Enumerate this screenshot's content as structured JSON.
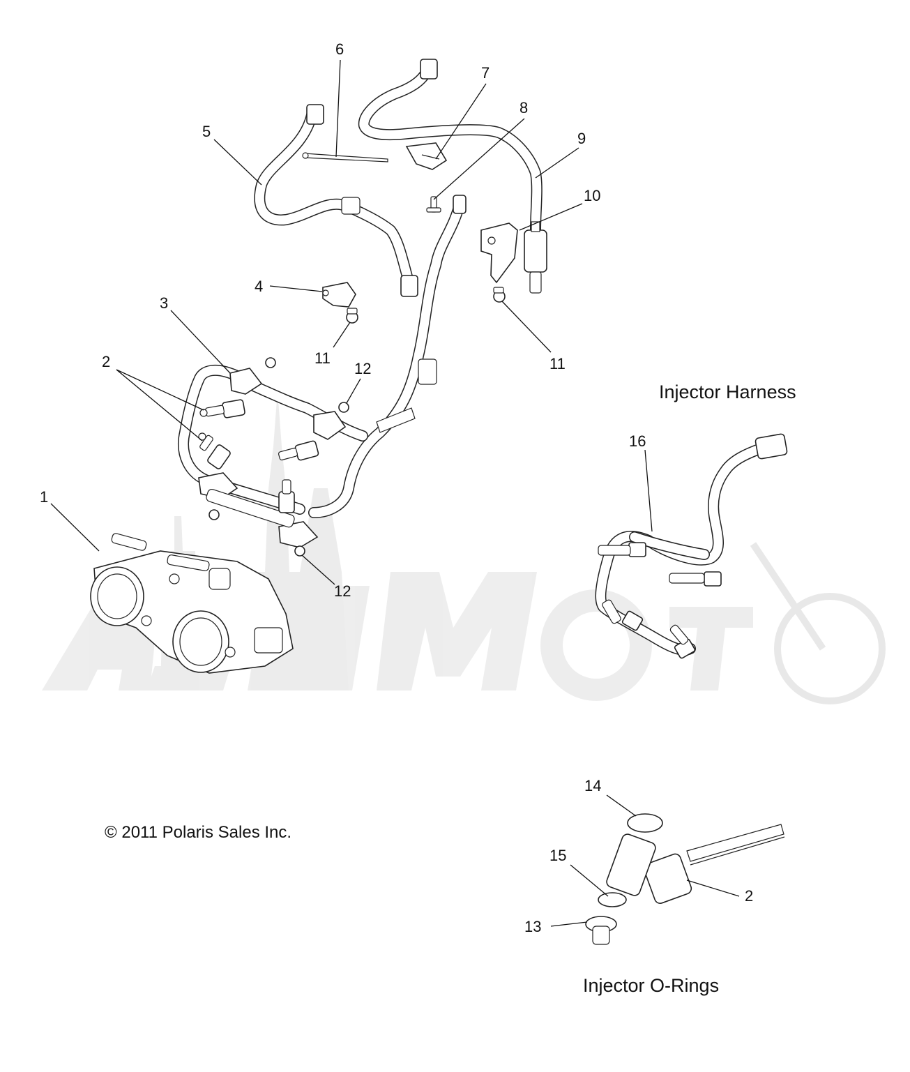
{
  "callouts": [
    {
      "id": "c1",
      "label": "1"
    },
    {
      "id": "c2a",
      "label": "2"
    },
    {
      "id": "c2b",
      "label": "2"
    },
    {
      "id": "c3",
      "label": "3"
    },
    {
      "id": "c4",
      "label": "4"
    },
    {
      "id": "c5",
      "label": "5"
    },
    {
      "id": "c6",
      "label": "6"
    },
    {
      "id": "c7",
      "label": "7"
    },
    {
      "id": "c8",
      "label": "8"
    },
    {
      "id": "c9",
      "label": "9"
    },
    {
      "id": "c10",
      "label": "10"
    },
    {
      "id": "c11a",
      "label": "11"
    },
    {
      "id": "c11b",
      "label": "11"
    },
    {
      "id": "c12a",
      "label": "12"
    },
    {
      "id": "c12b",
      "label": "12"
    },
    {
      "id": "c13",
      "label": "13"
    },
    {
      "id": "c14",
      "label": "14"
    },
    {
      "id": "c15",
      "label": "15"
    },
    {
      "id": "c16",
      "label": "16"
    }
  ],
  "sections": {
    "harness_title": "Injector Harness",
    "orings_title": "Injector O-Rings"
  },
  "copyright": "© 2011 Polaris Sales Inc.",
  "watermark_text": "AshMoto"
}
